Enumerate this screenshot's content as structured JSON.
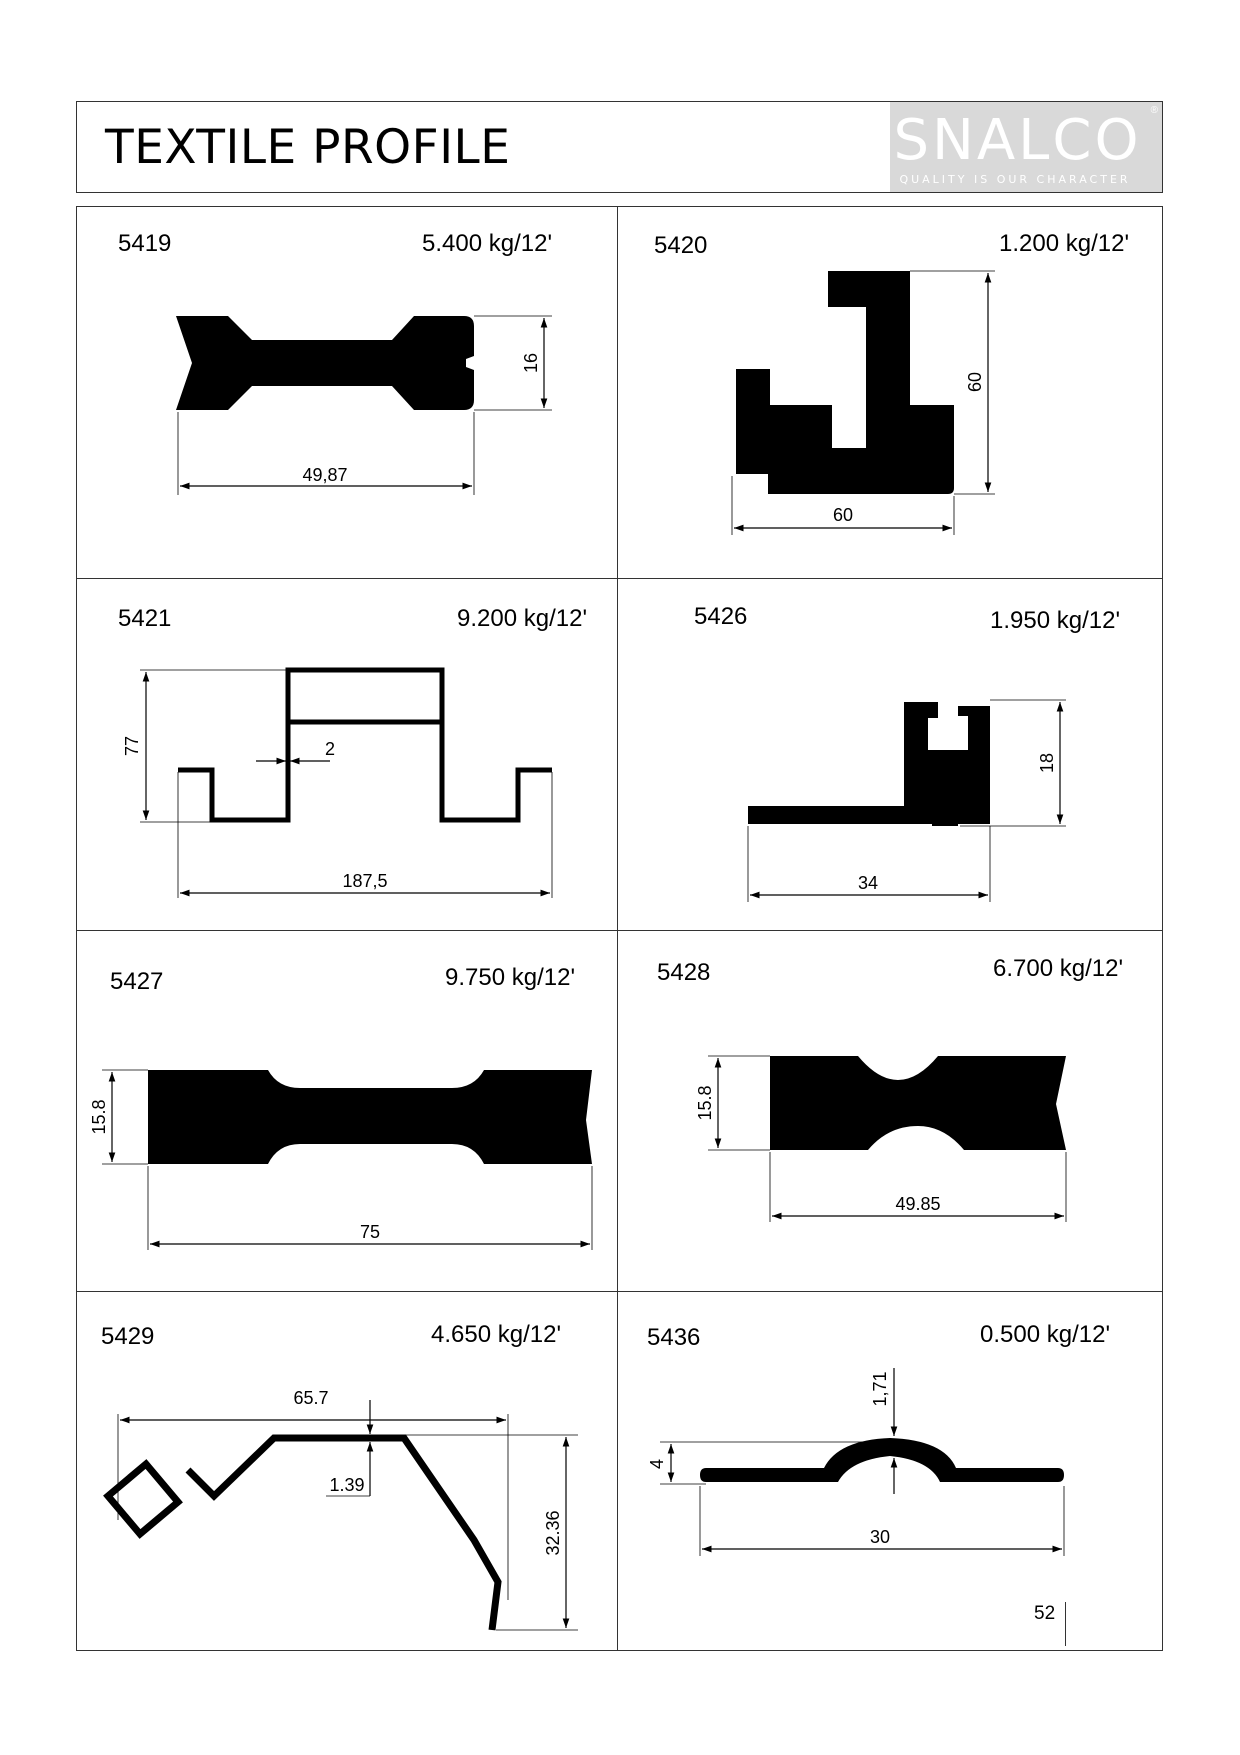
{
  "header": {
    "title": "TEXTILE PROFILE",
    "logo_word": "SNALCO",
    "logo_tagline": "QUALITY IS OUR CHARACTER",
    "logo_registered": "®"
  },
  "profiles": [
    {
      "code": "5419",
      "weight": "5.400 kg/12'",
      "dims": [
        "49,87",
        "16"
      ]
    },
    {
      "code": "5420",
      "weight": "1.200 kg/12'",
      "dims": [
        "60",
        "60"
      ]
    },
    {
      "code": "5421",
      "weight": "9.200 kg/12'",
      "dims": [
        "187,5",
        "77",
        "2"
      ]
    },
    {
      "code": "5426",
      "weight": "1.950 kg/12'",
      "dims": [
        "34",
        "18"
      ]
    },
    {
      "code": "5427",
      "weight": "9.750 kg/12'",
      "dims": [
        "75",
        "15.8"
      ]
    },
    {
      "code": "5428",
      "weight": "6.700 kg/12'",
      "dims": [
        "49.85",
        "15.8"
      ]
    },
    {
      "code": "5429",
      "weight": "4.650 kg/12'",
      "dims": [
        "65.7",
        "1.39",
        "32.36"
      ]
    },
    {
      "code": "5436",
      "weight": "0.500 kg/12'",
      "dims": [
        "30",
        "4",
        "1,71"
      ]
    }
  ],
  "page_number": "52"
}
